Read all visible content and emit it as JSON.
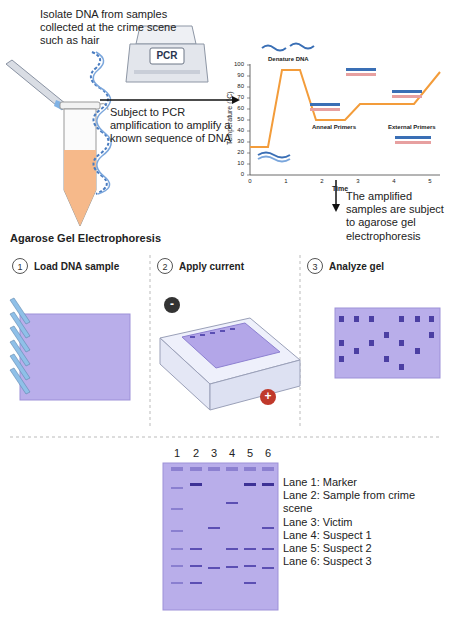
{
  "diagram": {
    "nodes": [
      {
        "text": [
          "1",
          "Load DNA sample"
        ]
      },
      {
        "text": [
          "2",
          "Apply current"
        ]
      },
      {
        "text": [
          "3",
          "Analyze gel"
        ]
      },
      {
        "text": [
          "-"
        ]
      },
      {
        "text": [
          "+"
        ]
      },
      {
        "text": [
          "PCR"
        ]
      }
    ],
    "labels": [
      "Isolate DNA from samples collected at the crime scene such as hair",
      "Subject to PCR amplification to amplify a known sequence of DNA",
      "Temperature (°C)",
      "100",
      "90",
      "80",
      "70",
      "60",
      "50",
      "40",
      "30",
      "20",
      "10",
      "0",
      "0",
      "1",
      "2",
      "3",
      "4",
      "5",
      "Time",
      "Denature DNA",
      "Anneal Primers",
      "External Primers",
      "The amplified samples are subject to agarose gel electrophoresis",
      "Agarose Gel Electrophoresis",
      "1",
      "2",
      "3",
      "4",
      "5",
      "6",
      "Lane 1: Marker",
      "Lane 2: Sample from crime scene",
      "Lane 3: Victim",
      "Lane 4: Suspect 1",
      "Lane 5: Suspect 2",
      "Lane 6: Suspect 3"
    ]
  }
}
